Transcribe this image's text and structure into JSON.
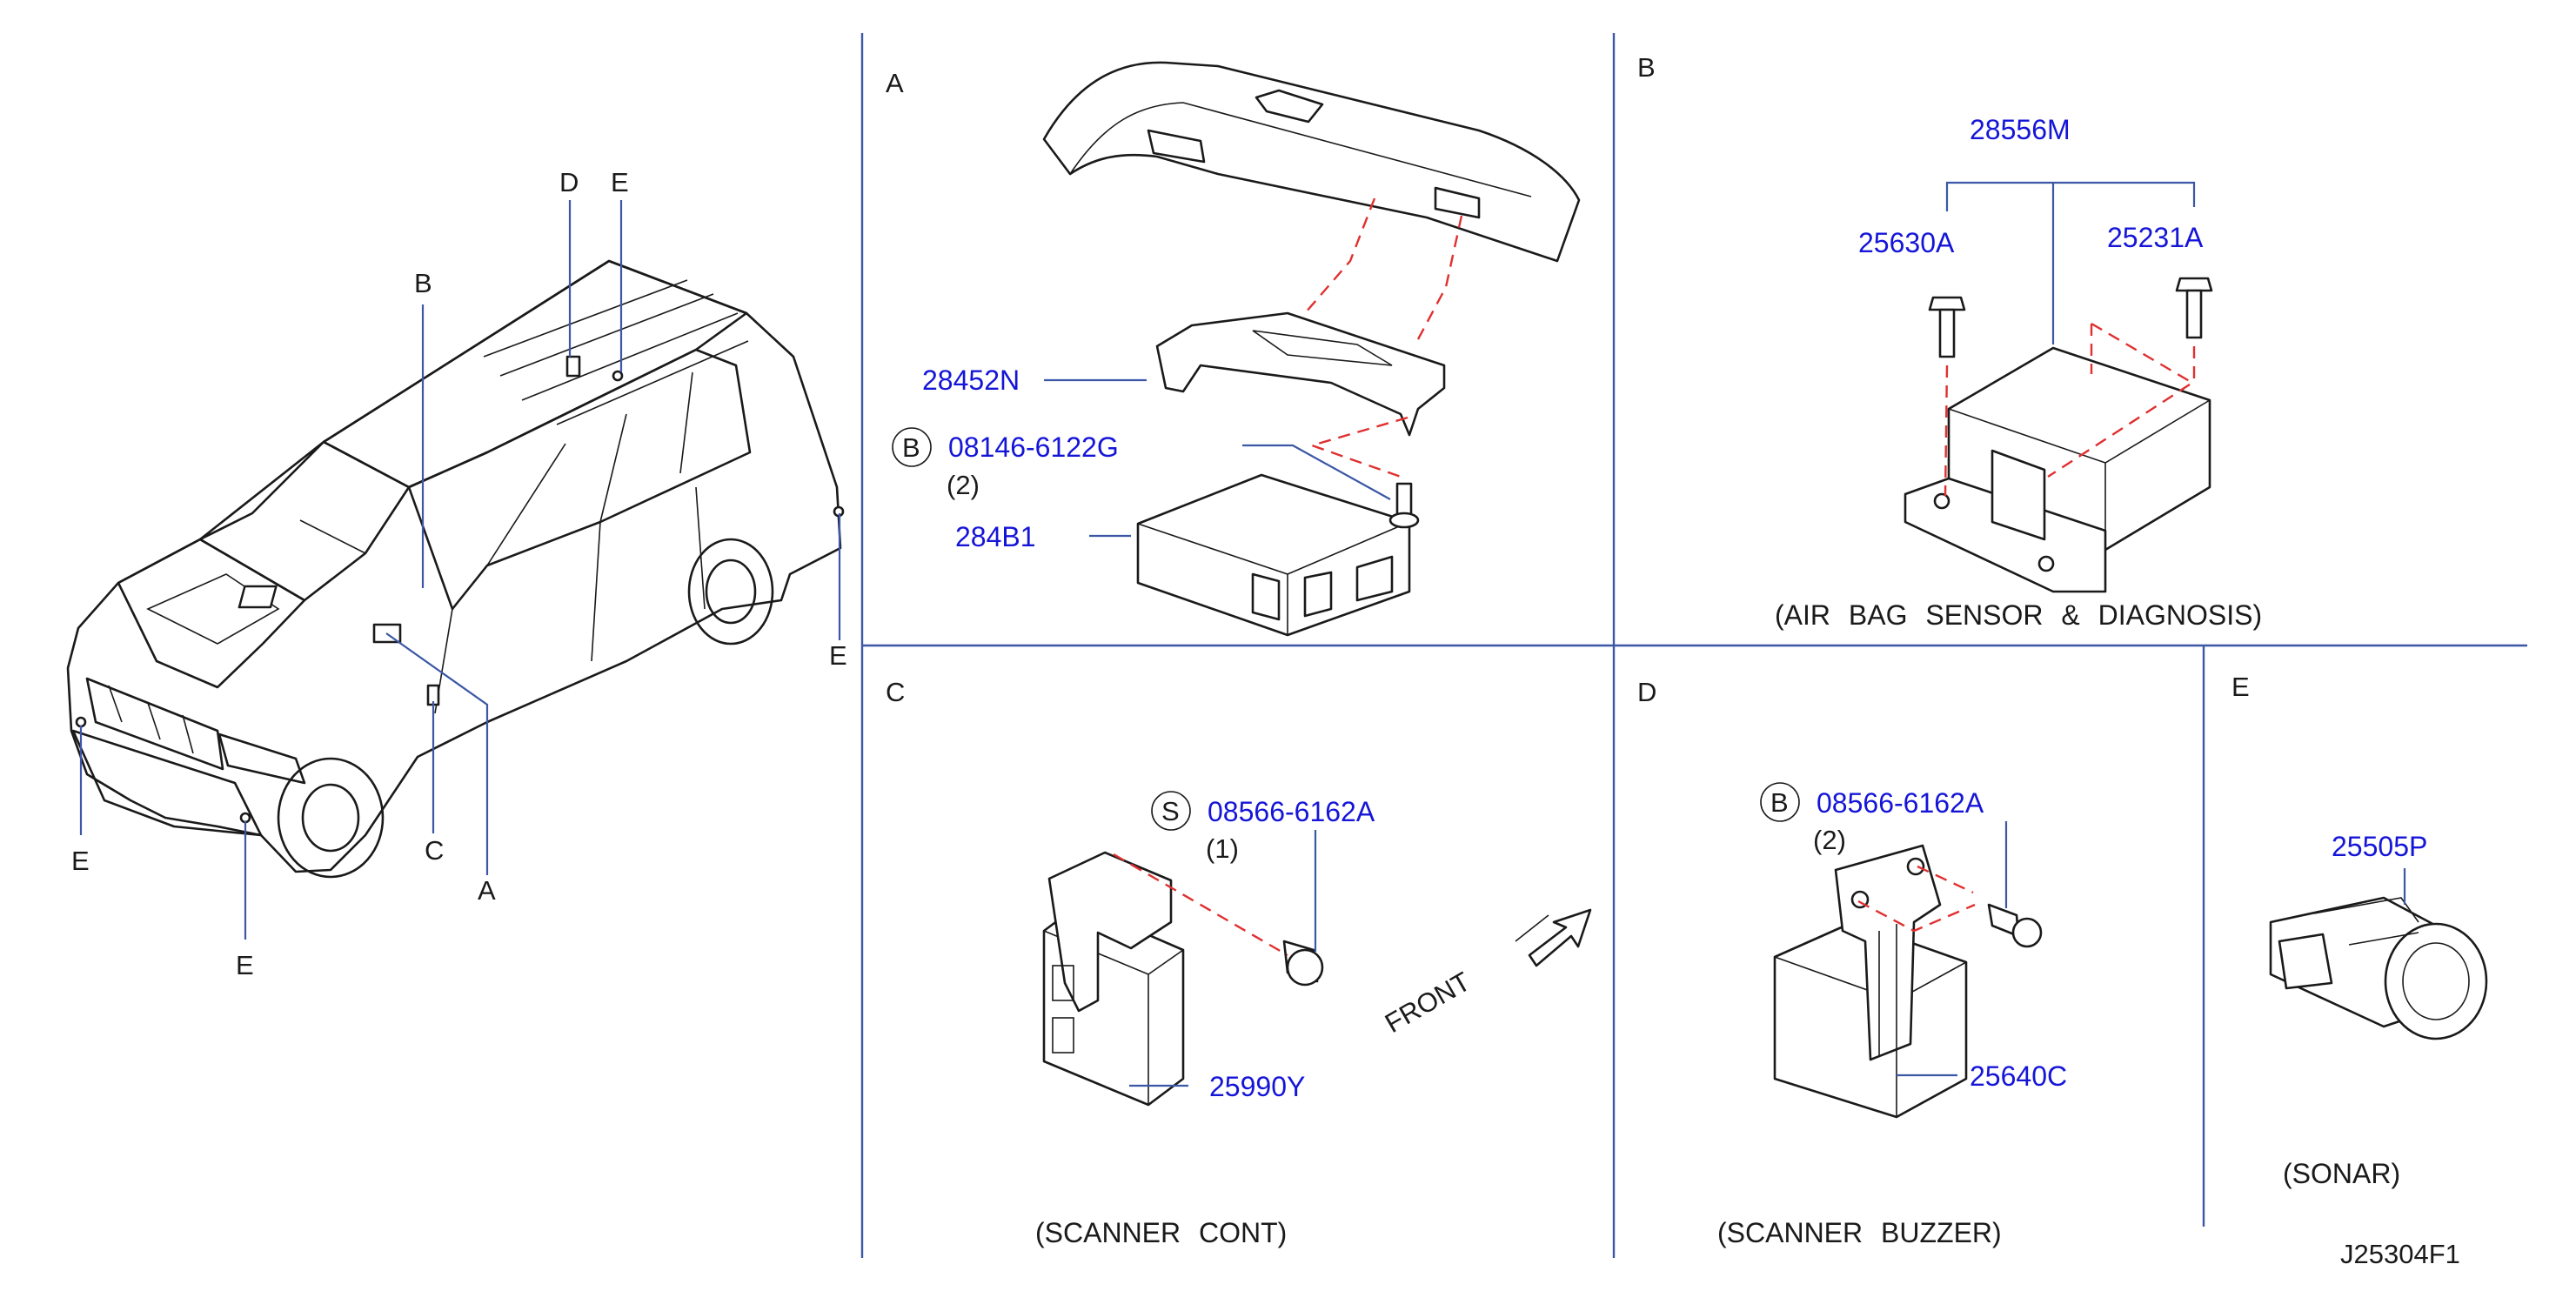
{
  "figure_code": "J25304F1",
  "overview": {
    "callouts": [
      {
        "id": "B",
        "text": "B"
      },
      {
        "id": "D",
        "text": "D"
      },
      {
        "id": "E_roof",
        "text": "E"
      },
      {
        "id": "E_rear",
        "text": "E"
      },
      {
        "id": "E_front_left",
        "text": "E"
      },
      {
        "id": "E_front_bottom",
        "text": "E"
      },
      {
        "id": "C",
        "text": "C"
      },
      {
        "id": "A",
        "text": "A"
      }
    ]
  },
  "panels": {
    "A": {
      "letter": "A",
      "parts": {
        "bracket": "28452N",
        "bolt": "08146-6122G",
        "unit": "284B1"
      },
      "bolt_prefix": "B",
      "bolt_qty": "(2)"
    },
    "B": {
      "letter": "B",
      "parts": {
        "assembly": "28556M",
        "bolt_left": "25630A",
        "bolt_right": "25231A"
      },
      "caption": "(AIR BAG SENSOR & DIAGNOSIS)"
    },
    "C": {
      "letter": "C",
      "parts": {
        "bolt": "08566-6162A",
        "unit": "25990Y"
      },
      "bolt_prefix": "S",
      "bolt_qty": "(1)",
      "caption": "(SCANNER CONT)",
      "front_label": "FRONT"
    },
    "D": {
      "letter": "D",
      "parts": {
        "bolt": "08566-6162A",
        "unit": "25640C"
      },
      "bolt_prefix": "B",
      "bolt_qty": "(2)",
      "caption": "(SCANNER BUZZER)"
    },
    "E": {
      "letter": "E",
      "parts": {
        "sensor": "25505P"
      },
      "caption": "(SONAR)"
    }
  },
  "colors": {
    "part_number": "#1515d8",
    "leader": "#3b57a6",
    "dashed_guide": "#e03030",
    "ink": "#1a1a1a"
  }
}
